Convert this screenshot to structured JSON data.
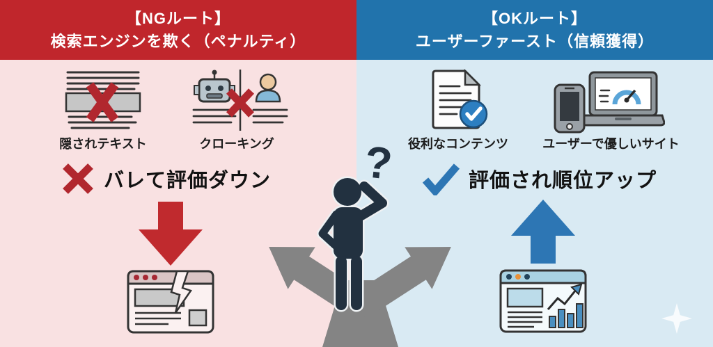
{
  "title": "SEO NG route vs OK route infographic",
  "left": {
    "header": {
      "line1": "【NGルート】",
      "line2": "検索エンジンを欺く（ペナルティ）"
    },
    "items": [
      {
        "icon": "hidden-text-icon",
        "label": "隠されテキスト"
      },
      {
        "icon": "cloaking-icon",
        "label": "クローキング"
      }
    ],
    "verdict": {
      "mark_icon": "cross-mark-icon",
      "text": "バレて評価ダウン"
    },
    "flow": {
      "arrow_icon": "down-arrow-icon",
      "result_icon": "broken-website-icon"
    }
  },
  "right": {
    "header": {
      "line1": "【OKルート】",
      "line2": "ユーザーファースト（信頼獲得）"
    },
    "items": [
      {
        "icon": "helpful-content-icon",
        "label": "役利なコンテンツ"
      },
      {
        "icon": "user-friendly-site-icon",
        "label": "ユーザーで優しいサイト"
      }
    ],
    "verdict": {
      "mark_icon": "check-mark-icon",
      "text": "評価され順位アップ"
    },
    "flow": {
      "arrow_icon": "up-arrow-icon",
      "result_icon": "ranking-up-website-icon"
    }
  },
  "center": {
    "question_mark": "?",
    "figure_icon": "thinking-person-icon",
    "road_icon": "fork-road-icon",
    "sparkle_icon": "sparkle-icon"
  },
  "colors": {
    "ng_header_bg": "#c0262c",
    "ok_header_bg": "#2173ac",
    "ng_panel_bg": "#f9e1e2",
    "ok_panel_bg": "#d9eaf3",
    "ng_accent": "#b1272e",
    "ok_accent": "#2d76b4",
    "road_gray": "#848484",
    "person_navy": "#223140",
    "header_text": "#ffffff",
    "body_text": "#1c1c1c"
  }
}
